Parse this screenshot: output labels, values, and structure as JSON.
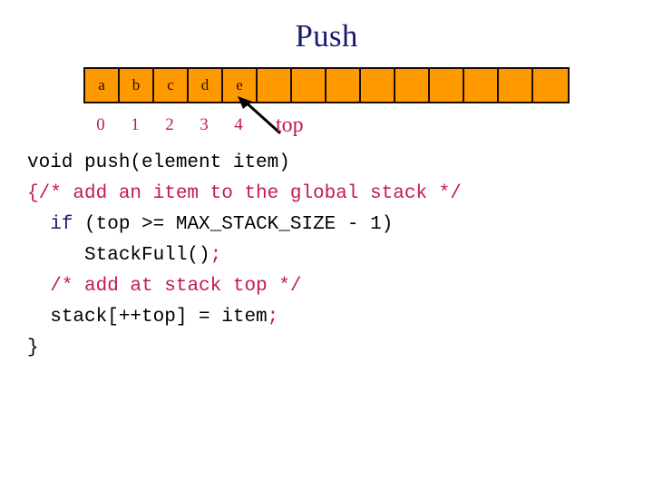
{
  "slide": {
    "title": "Push",
    "background_color": "#ffffff"
  },
  "colors": {
    "title": "#1a1a6e",
    "cell_fill": "#ff9900",
    "cell_border": "#1a0d00",
    "cell_text": "#2b0a0a",
    "index_text": "#c2185b",
    "comment": "#c2185b",
    "keyword": "#1a1a6e",
    "code_plain": "#000000",
    "arrow": "#000000"
  },
  "stack_diagram": {
    "cells": [
      {
        "value": "a"
      },
      {
        "value": "b"
      },
      {
        "value": "c"
      },
      {
        "value": "d"
      },
      {
        "value": "e"
      },
      {
        "value": ""
      },
      {
        "value": ""
      },
      {
        "value": ""
      },
      {
        "value": ""
      },
      {
        "value": ""
      },
      {
        "value": ""
      },
      {
        "value": ""
      },
      {
        "value": ""
      },
      {
        "value": ""
      }
    ],
    "indices": [
      "0",
      "1",
      "2",
      "3",
      "4"
    ],
    "pointer_label": "top",
    "pointer_target_index": 4
  },
  "code": {
    "lines": [
      {
        "indent": 0,
        "tokens": [
          {
            "text": "void push(element item)",
            "style": "plain"
          }
        ]
      },
      {
        "indent": 0,
        "tokens": [
          {
            "text": "{/* add an item to the global stack */",
            "style": "comment"
          }
        ]
      },
      {
        "indent": 2,
        "tokens": [
          {
            "text": "if",
            "style": "keyword"
          },
          {
            "text": " (top >= MAX_STACK_SIZE - 1)",
            "style": "plain"
          }
        ]
      },
      {
        "indent": 5,
        "tokens": [
          {
            "text": "StackFull()",
            "style": "plain"
          },
          {
            "text": ";",
            "style": "punct"
          }
        ]
      },
      {
        "indent": 2,
        "tokens": [
          {
            "text": "/* add at stack top */",
            "style": "comment"
          }
        ]
      },
      {
        "indent": 2,
        "tokens": [
          {
            "text": "stack[++top] = item",
            "style": "plain"
          },
          {
            "text": ";",
            "style": "punct"
          }
        ]
      },
      {
        "indent": 0,
        "tokens": [
          {
            "text": "}",
            "style": "plain"
          }
        ]
      }
    ]
  }
}
